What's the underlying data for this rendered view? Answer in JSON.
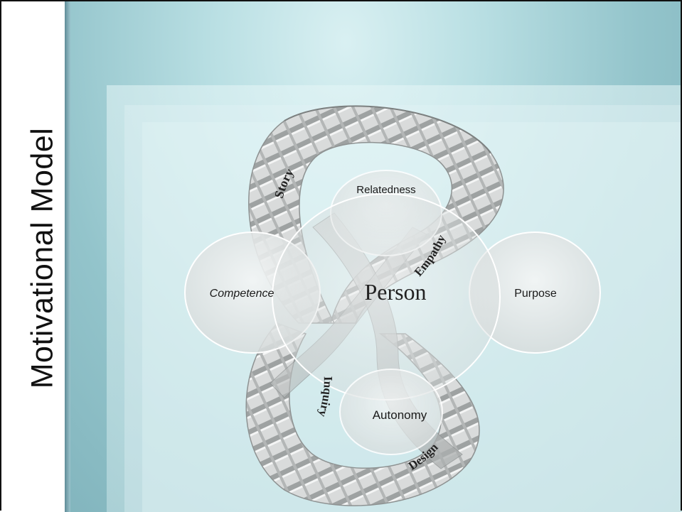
{
  "slide": {
    "title": "Motivational Model"
  },
  "diagram": {
    "center": "Person",
    "circles": {
      "top": "Relatedness",
      "left": "Competence",
      "right": "Purpose",
      "bottom": "Autonomy"
    },
    "ribbon_labels": {
      "story": "Story",
      "empathy": "Empathy",
      "inquiry": "Inquiry",
      "design": "Design"
    }
  },
  "colors": {
    "background": "#a9d3d8",
    "circle_fill": "#e6eaea",
    "ribbon": "#bfc2c2",
    "title": "#111111"
  }
}
